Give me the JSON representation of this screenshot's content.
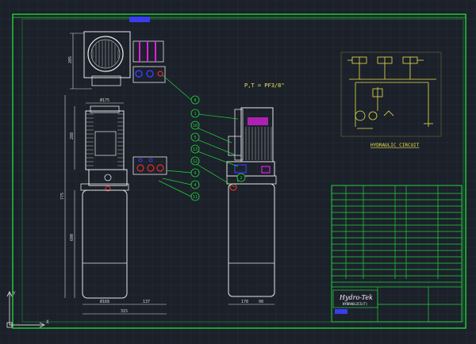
{
  "colors": {
    "background": "#1b2029",
    "grid": "#2a3140",
    "frame": "#22d33a",
    "drawing": "#e6e6e6",
    "dimension": "#d9d9d9",
    "callout": "#22d33a",
    "circuit": "#e8e24a",
    "accent_magenta": "#e020e0",
    "accent_blue": "#3a3cf0",
    "accent_cyan": "#19d6e6",
    "accent_red": "#e03030"
  },
  "header": {
    "tag": "▬▬▬▬"
  },
  "front_view": {
    "dims_left": [
      "775",
      "600",
      "288"
    ],
    "dims_top": [
      "Ø175"
    ],
    "dims_bottom": [
      "Ø168",
      "137",
      "315"
    ]
  },
  "top_view": {
    "dims_left": [
      "205"
    ]
  },
  "side_view": {
    "port_label": "P,T = PF3/8\"",
    "dims_bottom": [
      "178",
      "98"
    ]
  },
  "callouts": [
    "8",
    "1",
    "10",
    "5",
    "13",
    "12",
    "9",
    "4",
    "11",
    "2"
  ],
  "hydraulic_circuit": {
    "title": "HYDRAULIC CIRCUIT"
  },
  "title_block": {
    "logo_text": "Hydro-Tek",
    "logo_sub": "HYDRAULICS(T)"
  },
  "ucs_icon": {
    "x_label": "X",
    "y_label": "Y"
  }
}
